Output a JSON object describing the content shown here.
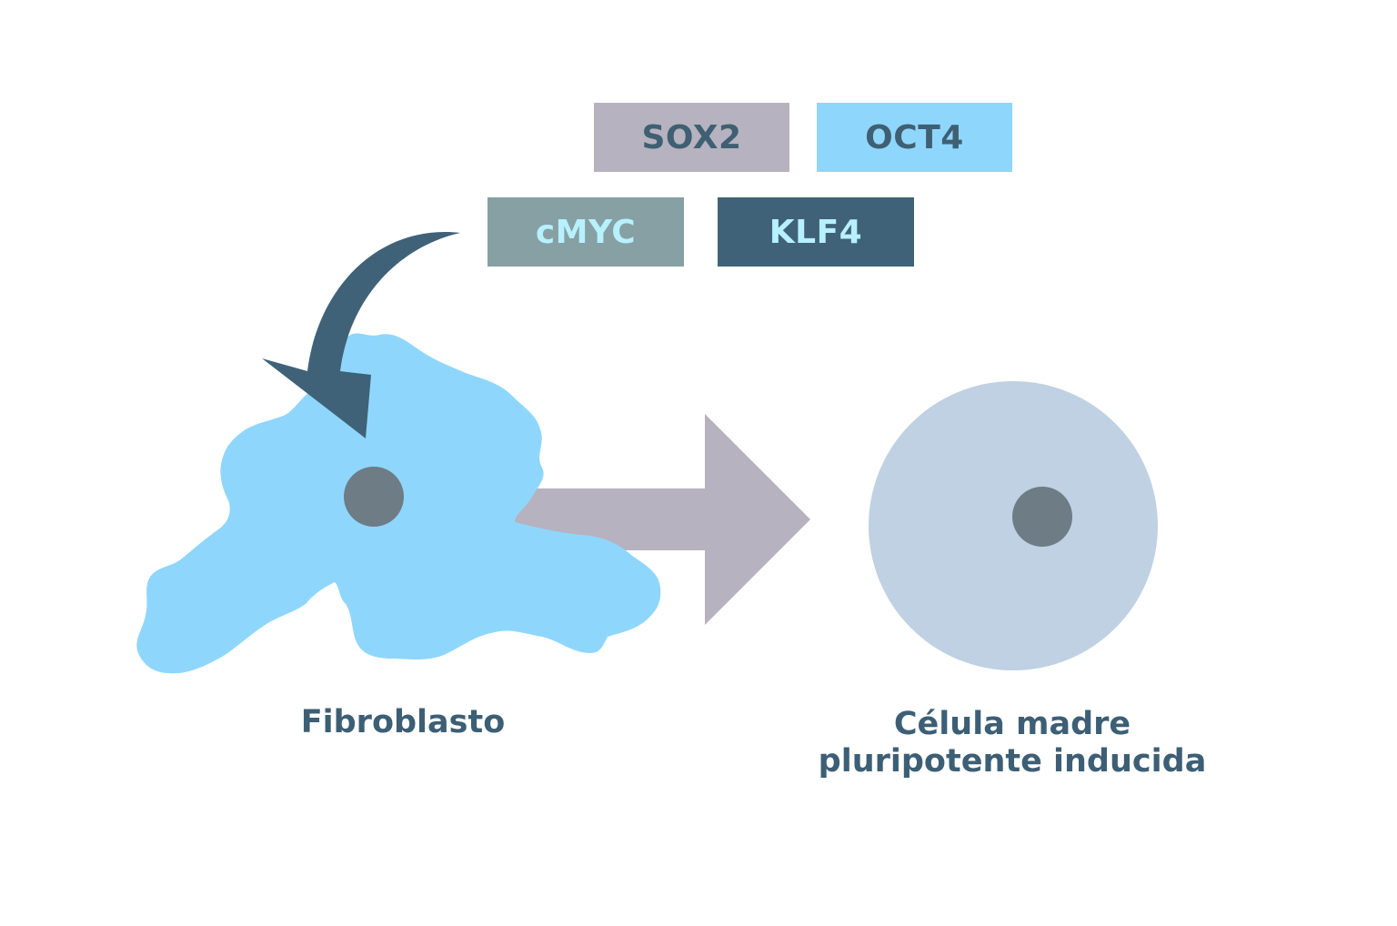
{
  "factors": {
    "sox2": {
      "label": "SOX2",
      "color": "#b7b2bf",
      "text_color": "#3f5f72"
    },
    "oct4": {
      "label": "OCT4",
      "color": "#8fd6fd",
      "text_color": "#3f5f72"
    },
    "cmyc": {
      "label": "cMYC",
      "color": "#86a0a3",
      "text_color": "#b7f0ff"
    },
    "klf4": {
      "label": "KLF4",
      "color": "#3f6278",
      "text_color": "#b7f0ff"
    }
  },
  "cells": {
    "fibroblast": {
      "label": "Fibroblasto",
      "color": "#8fd6fd",
      "nucleus_color": "#6e7c86"
    },
    "ipsc": {
      "label_line1": "Célula madre",
      "label_line2": "pluripotente inducida",
      "color": "#bfd1e3",
      "nucleus_color": "#6e7c86"
    }
  },
  "arrows": {
    "transformation_arrow_color": "#b7b2bf",
    "transfection_arrow_color": "#3f6278"
  }
}
